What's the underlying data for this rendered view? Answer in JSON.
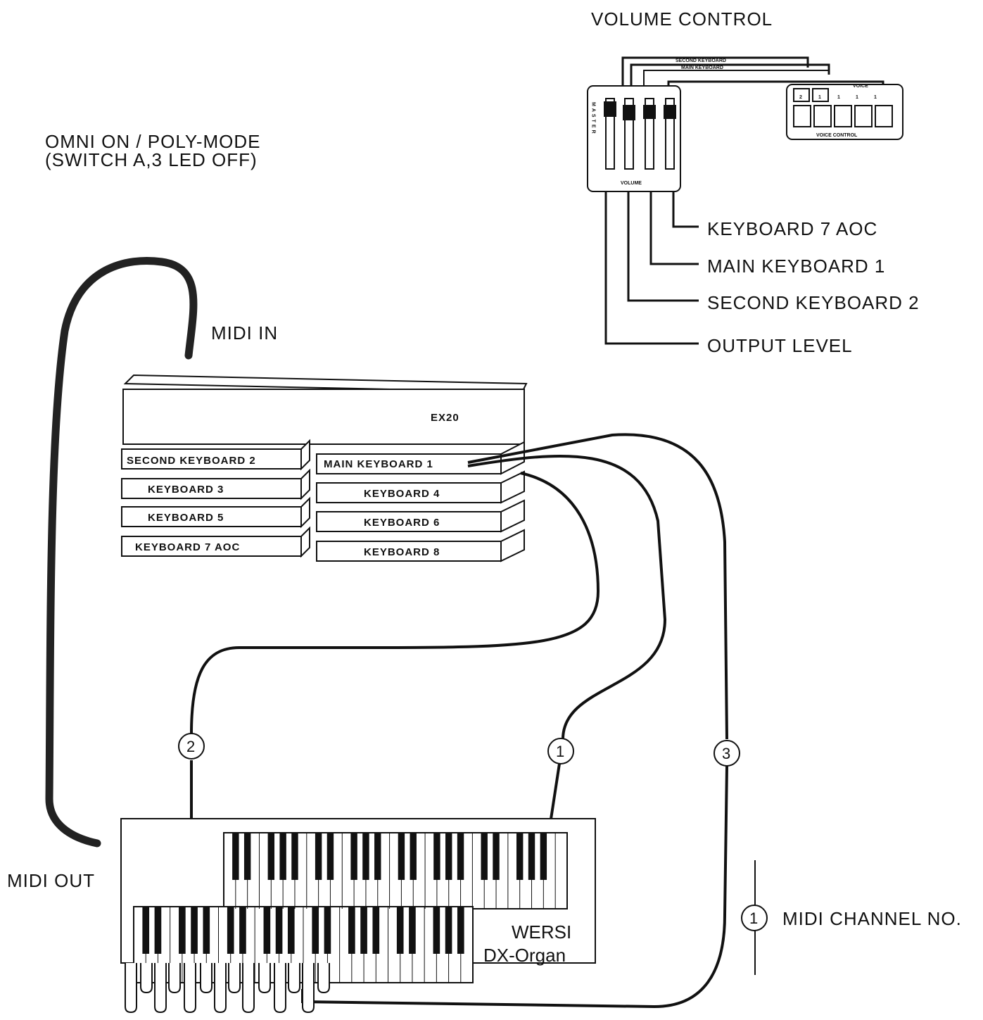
{
  "title": "VOLUME CONTROL",
  "mode_note": [
    "OMNI ON / POLY-MODE",
    "(SWITCH A,3 LED OFF)"
  ],
  "midi_in": "MIDI IN",
  "midi_out": "MIDI OUT",
  "volume_panel": {
    "master_label": "MASTER",
    "volume_label": "VOLUME",
    "cable_labels": [
      "SECOND KEYBOARD",
      "MAIN KEYBOARD"
    ],
    "voice_label": "VOICE",
    "voice_control_label": "VOICE CONTROL",
    "voice_numbers": [
      "2",
      "1",
      "1",
      "1",
      "1"
    ]
  },
  "fader_callouts": [
    "KEYBOARD 7 AOC",
    "MAIN KEYBOARD 1",
    "SECOND KEYBOARD 2",
    "OUTPUT LEVEL"
  ],
  "ex20": {
    "name": "EX20",
    "modules_left": [
      "SECOND KEYBOARD 2",
      "KEYBOARD 3",
      "KEYBOARD 5",
      "KEYBOARD 7 AOC"
    ],
    "modules_right": [
      "MAIN KEYBOARD 1",
      "KEYBOARD 4",
      "KEYBOARD 6",
      "KEYBOARD 8"
    ]
  },
  "channels": [
    "2",
    "1",
    "3"
  ],
  "organ": [
    "WERSI",
    "DX-Organ"
  ],
  "legend": {
    "number": "1",
    "text": "MIDI CHANNEL NO."
  }
}
